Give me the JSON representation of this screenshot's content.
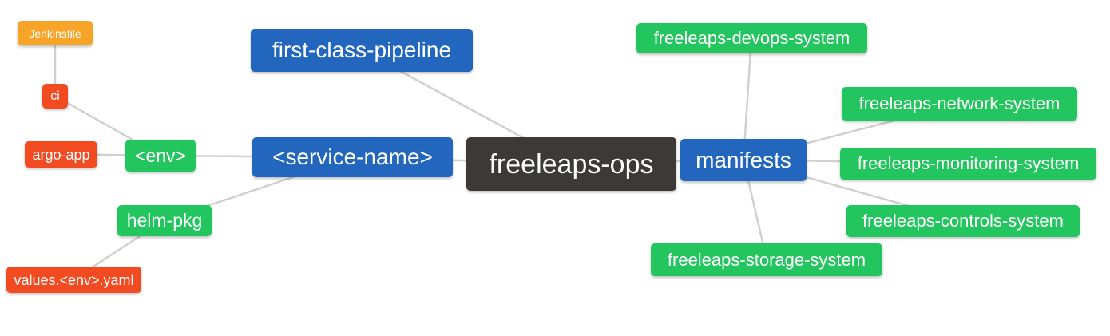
{
  "palette": {
    "root_bg": "#3C3936",
    "branch_bg": "#2267BD",
    "system_leaf_bg": "#22C55E",
    "file_leaf_bg": "#F24A21",
    "jenkins_leaf_bg": "#F7A428",
    "node_text": "#FFFFFF",
    "edge_line": "#D0D0D0",
    "canvas_bg": "#FFFFFF"
  },
  "mindmap": {
    "root": "freeleaps-ops",
    "nodes": [
      {
        "id": "jenkinsfile",
        "label": "Jenkinsfile",
        "role": "jenkins-file-leaf"
      },
      {
        "id": "ci",
        "label": "ci",
        "role": "file-leaf"
      },
      {
        "id": "argo-app",
        "label": "argo-app",
        "role": "file-leaf"
      },
      {
        "id": "env",
        "label": "<env>",
        "role": "folder"
      },
      {
        "id": "helm-pkg",
        "label": "helm-pkg",
        "role": "folder"
      },
      {
        "id": "values-env-yaml",
        "label": "values.<env>.yaml",
        "role": "file-leaf"
      },
      {
        "id": "service-name",
        "label": "<service-name>",
        "role": "branch"
      },
      {
        "id": "first-class-pipeline",
        "label": "first-class-pipeline",
        "role": "branch"
      },
      {
        "id": "freeleaps-ops",
        "label": "freeleaps-ops",
        "role": "root"
      },
      {
        "id": "manifests",
        "label": "manifests",
        "role": "branch"
      },
      {
        "id": "freeleaps-devops-system",
        "label": "freeleaps-devops-system",
        "role": "system-leaf"
      },
      {
        "id": "freeleaps-network-system",
        "label": "freeleaps-network-system",
        "role": "system-leaf"
      },
      {
        "id": "freeleaps-monitoring-system",
        "label": "freeleaps-monitoring-system",
        "role": "system-leaf"
      },
      {
        "id": "freeleaps-controls-system",
        "label": "freeleaps-controls-system",
        "role": "system-leaf"
      },
      {
        "id": "freeleaps-storage-system",
        "label": "freeleaps-storage-system",
        "role": "system-leaf"
      }
    ],
    "edges": [
      [
        "Jenkinsfile",
        "ci"
      ],
      [
        "ci",
        "<env>"
      ],
      [
        "argo-app",
        "<env>"
      ],
      [
        "<env>",
        "<service-name>"
      ],
      [
        "helm-pkg",
        "<service-name>"
      ],
      [
        "values.<env>.yaml",
        "helm-pkg"
      ],
      [
        "<service-name>",
        "freeleaps-ops"
      ],
      [
        "first-class-pipeline",
        "freeleaps-ops"
      ],
      [
        "freeleaps-ops",
        "manifests"
      ],
      [
        "manifests",
        "freeleaps-devops-system"
      ],
      [
        "manifests",
        "freeleaps-network-system"
      ],
      [
        "manifests",
        "freeleaps-monitoring-system"
      ],
      [
        "manifests",
        "freeleaps-controls-system"
      ],
      [
        "manifests",
        "freeleaps-storage-system"
      ]
    ]
  }
}
